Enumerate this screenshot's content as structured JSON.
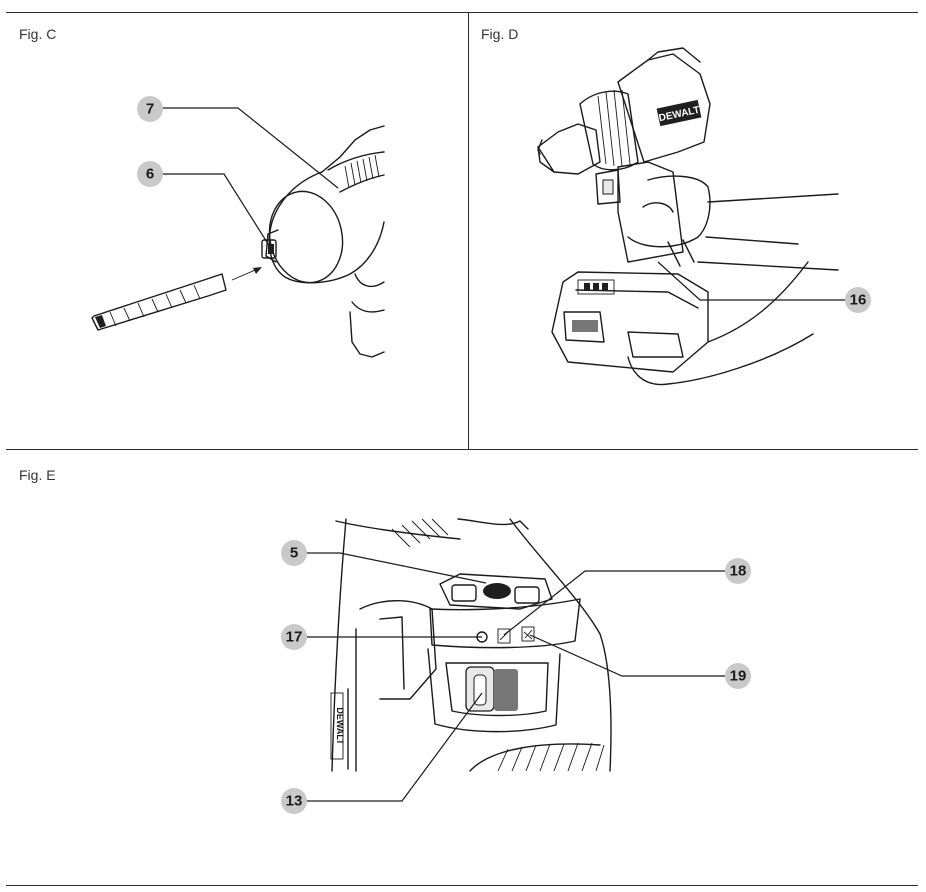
{
  "figures": {
    "c": {
      "label": "Fig. C",
      "callouts": [
        "7",
        "6"
      ]
    },
    "d": {
      "label": "Fig. D",
      "callouts": [
        "16"
      ],
      "brand": "DEWALT"
    },
    "e": {
      "label": "Fig. E",
      "callouts": [
        "5",
        "17",
        "18",
        "19",
        "13"
      ],
      "brand": "DEWALT"
    }
  },
  "colors": {
    "badge": "#c9c9c9",
    "ink": "#1a1a1a",
    "rule": "#2a2a2a"
  }
}
